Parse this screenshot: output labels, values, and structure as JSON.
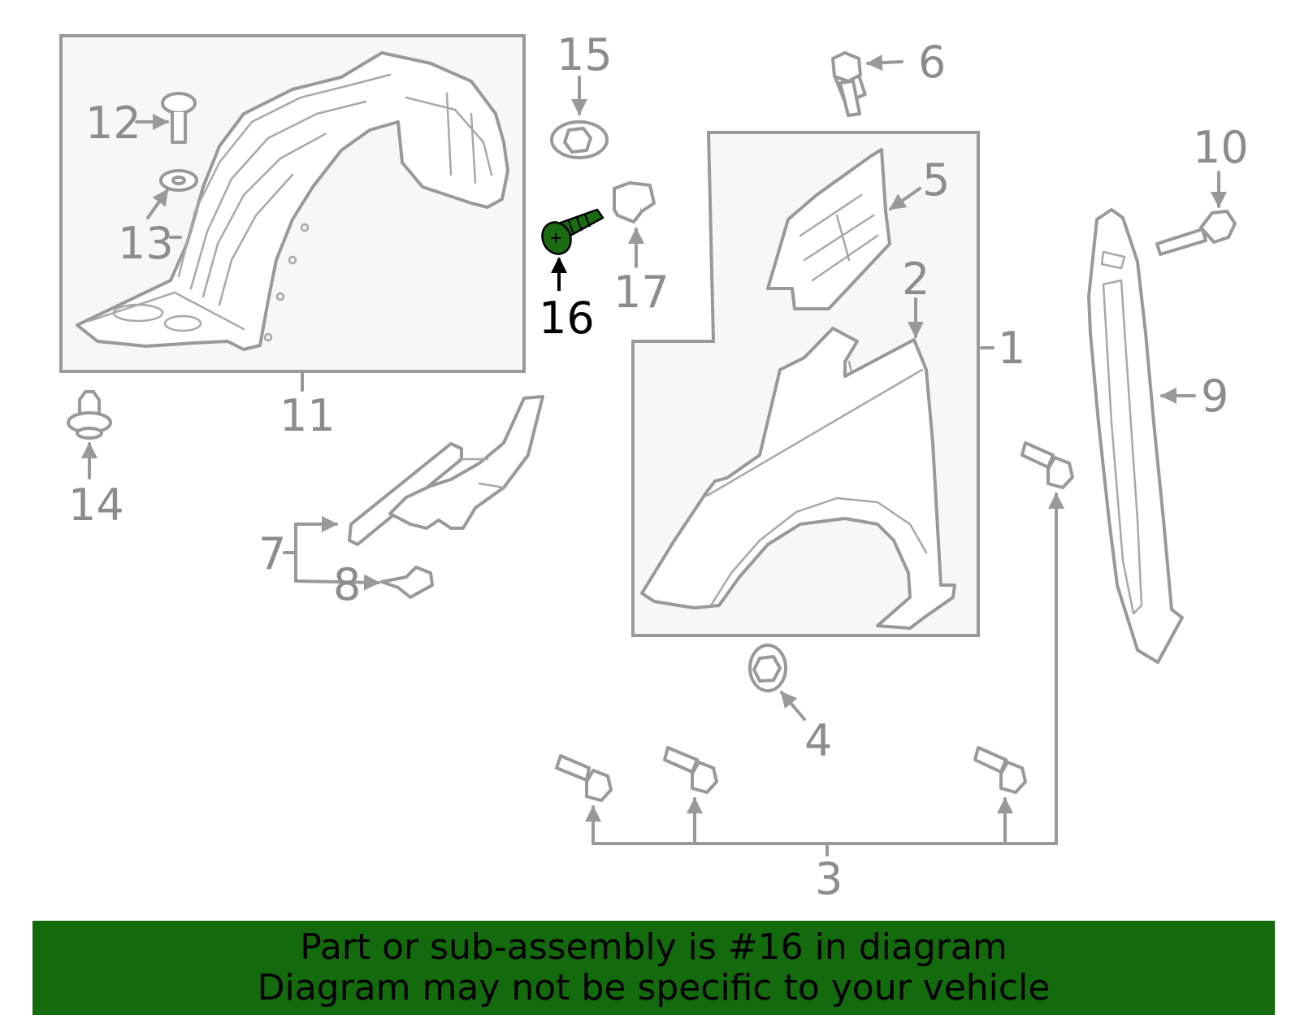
{
  "diagram": {
    "highlight_part": "16",
    "highlight_color": "#1a6b12",
    "banner_color": "#146b0d",
    "line_color": "#999999",
    "callouts": {
      "c1": "1",
      "c2": "2",
      "c3": "3",
      "c4": "4",
      "c5": "5",
      "c6": "6",
      "c7": "7",
      "c8": "8",
      "c9": "9",
      "c10": "10",
      "c11": "11",
      "c12": "12",
      "c13": "13",
      "c14": "14",
      "c15": "15",
      "c16": "16",
      "c17": "17"
    }
  },
  "banner": {
    "line1": "Part or sub-assembly is #16 in diagram",
    "line2": "Diagram may not be specific to your vehicle"
  }
}
